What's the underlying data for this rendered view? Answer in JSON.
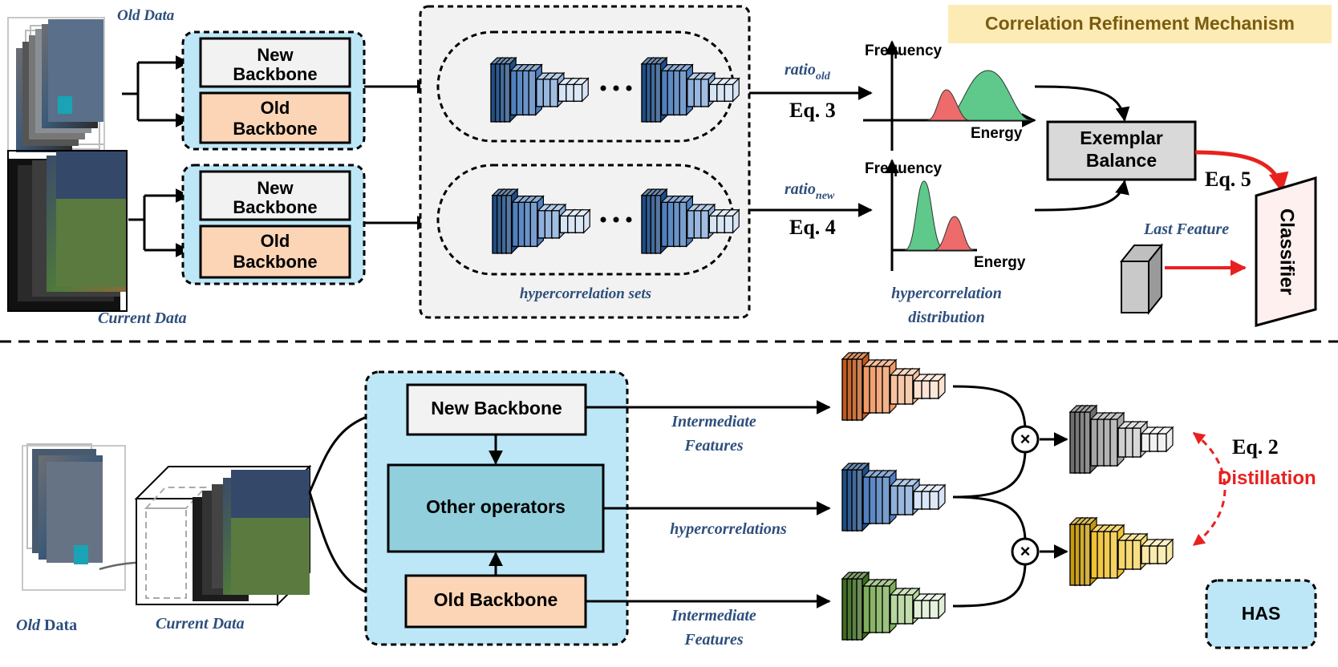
{
  "top": {
    "old_data_label": "Old Data",
    "current_data_label": "Current Data",
    "has_group_1": {
      "new_backbone_line1": "New",
      "new_backbone_line2": "Backbone",
      "old_backbone_line1": "Old",
      "old_backbone_line2": "Backbone"
    },
    "has_group_2": {
      "new_backbone_line1": "New",
      "new_backbone_line2": "Backbone",
      "old_backbone_line1": "Old",
      "old_backbone_line2": "Backbone"
    },
    "hypercorrelation_sets_label": "hypercorrelation sets",
    "ratio_old": {
      "base": "ratio",
      "sub": "old"
    },
    "ratio_new": {
      "base": "ratio",
      "sub": "new"
    },
    "eq3": "Eq. 3",
    "eq4": "Eq. 4",
    "dist1": {
      "y_label": "Frequency",
      "x_label": "Energy"
    },
    "dist2": {
      "y_label": "Frequency",
      "x_label": "Energy"
    },
    "distribution_label_line1": "hypercorrelation",
    "distribution_label_line2": "distribution",
    "crm_title": "Correlation Refinement Mechanism",
    "exemplar_line1": "Exemplar",
    "exemplar_line2": "Balance",
    "eq5": "Eq. 5",
    "last_feature_label": "Last Feature",
    "classifier_label": "Classifier"
  },
  "bottom": {
    "old_data_italic": "Old",
    "old_data_rest": " Data",
    "current_data_label": "Current Data",
    "new_backbone": "New Backbone",
    "other_operators": "Other operators",
    "old_backbone": "Old Backbone",
    "intermediate_features_top_line1": "Intermediate",
    "intermediate_features_top_line2": "Features",
    "hypercorrelations_label": "hypercorrelations",
    "intermediate_features_bottom_line1": "Intermediate",
    "intermediate_features_bottom_line2": "Features",
    "multiply_symbol": "×",
    "eq2": "Eq. 2",
    "distillation_label": "Distillation",
    "has_legend": "HAS"
  },
  "colors": {
    "has_fill": "#bde7f7",
    "old_backbone_fill": "#fbd5b6",
    "new_backbone_fill": "#f2f2f2",
    "other_ops_fill": "#92cfdd",
    "blue_label": "#2e4f7c",
    "accent_red": "#e8211f",
    "crm_title_bg": "#fdebb5",
    "crm_title_text": "#7a5c10",
    "exemplar_fill": "#d9d9d9",
    "classifier_fill": "#fdf0ef",
    "green_curve": "#5ec98a",
    "red_curve": "#ee6b6b"
  }
}
